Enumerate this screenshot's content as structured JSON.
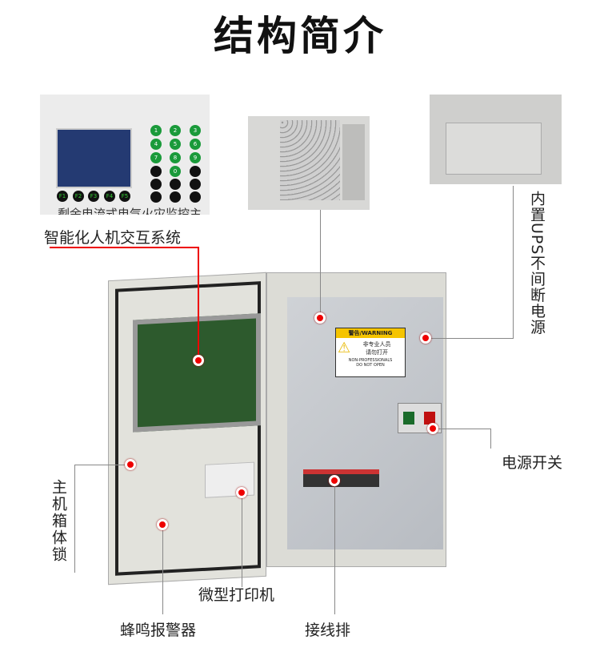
{
  "title": "结构简介",
  "labels": {
    "hmi": "智能化人机交互系统",
    "ups": "内置UPS不间断电源",
    "power_switch": "电源开关",
    "lock": "主机箱体锁",
    "printer": "微型打印机",
    "buzzer": "蜂鸣报警器",
    "terminal": "接线排"
  },
  "panel": {
    "keys": [
      "1",
      "2",
      "3",
      "4",
      "5",
      "6",
      "7",
      "8",
      "9",
      "0"
    ],
    "fkeys": [
      "F1",
      "F2",
      "F3",
      "F4",
      "F5"
    ],
    "caption": "剩余电流式电气火灾监控主"
  },
  "warning": {
    "head_cn": "警告",
    "head_en": "WARNING",
    "line1": "非专业人员",
    "line2": "请勿打开",
    "en1": "NON-PROFESSIONALS",
    "en2": "DO NOT OPEN"
  },
  "colors": {
    "accent": "#e00000",
    "warning_yellow": "#f5c400"
  }
}
